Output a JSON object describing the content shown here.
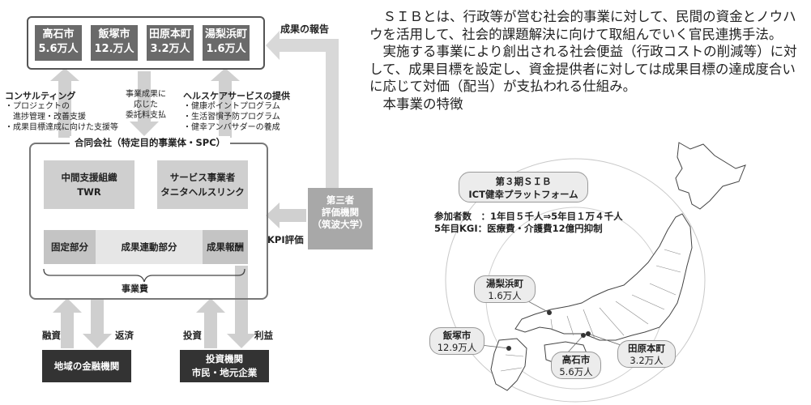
{
  "diagram": {
    "cities": [
      {
        "name": "高石市",
        "pop": "5.6万人"
      },
      {
        "name": "飯塚市",
        "pop": "12.万人"
      },
      {
        "name": "田原本町",
        "pop": "3.2万人"
      },
      {
        "name": "湯梨浜町",
        "pop": "1.6万人"
      }
    ],
    "report_label": "成果の報告",
    "consulting": {
      "title": "コンサルティング",
      "items": [
        "・プロジェクトの",
        "　進捗管理・改善支援",
        "・成果目標達成に向けた支援等"
      ]
    },
    "payment": {
      "lines": [
        "事業成果に",
        "応じた",
        "委託料支払"
      ]
    },
    "healthcare": {
      "title": "ヘルスケアサービスの提供",
      "items": [
        "・健康ポイントプログラム",
        "・生活習慣予防プログラム",
        "・健幸アンバサダーの養成"
      ]
    },
    "spc_title": "合同会社（特定目的事業体・SPC）",
    "twr": {
      "line1": "中間支援組織",
      "line2": "TWR"
    },
    "tanita": {
      "line1": "サービス事業者",
      "line2": "タニタヘルスリンク"
    },
    "third_party": {
      "lines": [
        "第三者",
        "評価機関",
        "（筑波大学）"
      ]
    },
    "kpi_label": "KPI評価",
    "fixed": "固定部分",
    "linked": "成果連動部分",
    "reward": "成果報酬",
    "project_cost": "事業費",
    "finance": {
      "yushi": "融資",
      "hensai": "返済",
      "toushi": "投資",
      "rieki": "利益"
    },
    "bank": "地域の金融機関",
    "investor": {
      "line1": "投資機関",
      "line2": "市民・地元企業"
    }
  },
  "text": {
    "p1": "ＳＩＢとは、行政等が営む社会的事業に対して、民間の資金とノウハウを活用して、社会的課題解決に向けて取組んでいく官民連携手法。",
    "p2": "実施する事業により創出される社会便益（行政コストの削減等）に対して、成果目標を設定し、資金提供者に対しては成果目標の達成度合いに応じて対価（配当）が支払われる仕組み。",
    "p3": "本事業の特徴"
  },
  "map": {
    "title_line1": "第３期ＳＩＢ",
    "title_line2": "ICT健幸プラットフォーム",
    "participants": "参加者数　：1年目５千人⇒5年目１万４千人",
    "kgi": "5年目KGI：医療費・介護費12億円抑制",
    "labels": [
      {
        "name": "湯梨浜町",
        "pop": "1.6万人"
      },
      {
        "name": "飯塚市",
        "pop": "12.9万人"
      },
      {
        "name": "高石市",
        "pop": "5.6万人"
      },
      {
        "name": "田原本町",
        "pop": "3.2万人"
      }
    ]
  }
}
